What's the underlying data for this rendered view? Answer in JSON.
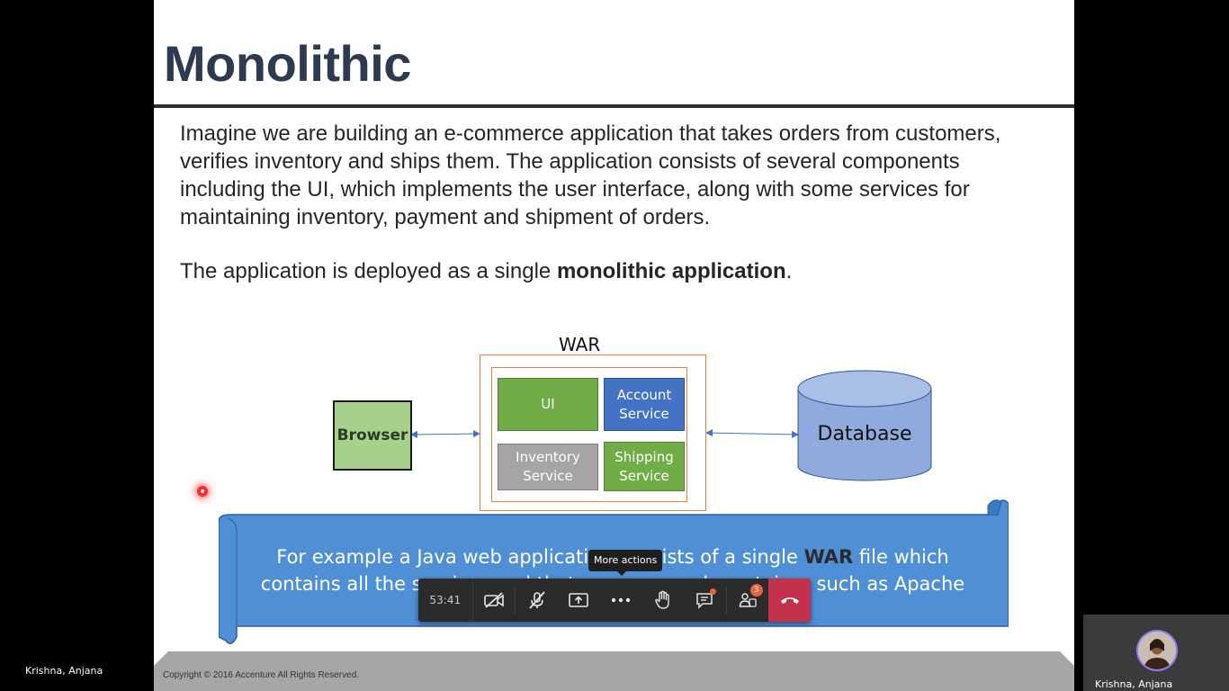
{
  "slide": {
    "title": "Monolithic",
    "paragraph1": "Imagine we are building an e-commerce application that takes orders from customers, verifies inventory and ships them. The application consists of several components including the UI, which implements the user interface, along with some services for maintaining inventory, payment and shipment of orders.",
    "paragraph2_prefix": "The application is deployed as a single ",
    "paragraph2_bold": "monolithic application",
    "paragraph2_suffix": ".",
    "copyright": "Copyright © 2016 Accenture All Rights Reserved."
  },
  "diagram": {
    "browser": "Browser",
    "war_label": "WAR",
    "ui": "UI",
    "account_service": "Account Service",
    "inventory_service": "Inventory Service",
    "shipping_service": "Shipping Service",
    "database": "Database"
  },
  "scroll": {
    "text_prefix": "For example a Java web application consists of a single ",
    "text_bold": "WAR",
    "text_suffix": " file which contains all the services and that runs on a web container such as Apache Tomcat."
  },
  "meeting": {
    "timer": "53:41",
    "tooltip": "More actions",
    "participants_badge": "3",
    "participant_left_name": "Krishna, Anjana",
    "video_tile_name": "Krishna, Anjana"
  },
  "colors": {
    "browser_fill": "#a8d08d",
    "ui_fill": "#70ad47",
    "account_fill": "#4472c4",
    "inventory_fill": "#a5a5a5",
    "war_border": "#ed7d31",
    "database_fill": "#8faadc",
    "scroll_fill": "#4f8fd6",
    "hangup": "#c4314b"
  }
}
